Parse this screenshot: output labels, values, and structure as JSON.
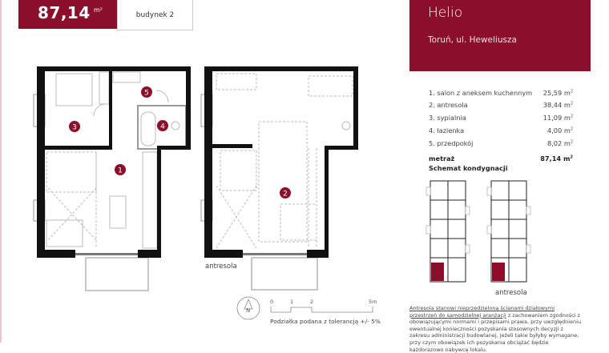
{
  "header": {
    "area_value": "87,14",
    "area_unit": "m²",
    "building": "budynek 2"
  },
  "brand": {
    "name": "Helio",
    "address": "Toruń, ul. Heweliusza",
    "accent_color": "#8b0e2b"
  },
  "rooms": [
    {
      "label": "1. salon z aneksem kuchennym",
      "value": "25,59 m",
      "num": "1"
    },
    {
      "label": "2. antresola",
      "value": "38,44 m",
      "num": "2"
    },
    {
      "label": "3. sypialnia",
      "value": "11,09 m",
      "num": "3"
    },
    {
      "label": "4. łazienka",
      "value": "4,00 m",
      "num": "4"
    },
    {
      "label": "5. przedpokój",
      "value": "8,02 m",
      "num": "5"
    }
  ],
  "total": {
    "label": "metraż",
    "value": "87,14 m"
  },
  "scheme": {
    "title": "Schemat kondygnacji",
    "mezzanine_label": "antresola"
  },
  "plan": {
    "mezzanine_label": "antresola"
  },
  "scale": {
    "ticks": [
      "0",
      "1",
      "2",
      "5m"
    ],
    "caption": "Podziałka podana z tolerancją +/- 5%",
    "compass_label": "N"
  },
  "note": {
    "part1": "Antresola stanowi nieprzedzieloną ścianami działowymi przestrzeń do samodzielnej aranżacji",
    "part2": " z zachowaniem zgodności z obowiązującymi normami i przepisami prawa, przy uwzględnieniu ewentualnej konieczności pozyskania stosownych decyzji z zakresu administracji budowlanej, jeżeli takie byłyby wymagane, przy czym obowiązek ich pozyskania obciążać będzie każdorazowo nabywcę lokalu."
  }
}
